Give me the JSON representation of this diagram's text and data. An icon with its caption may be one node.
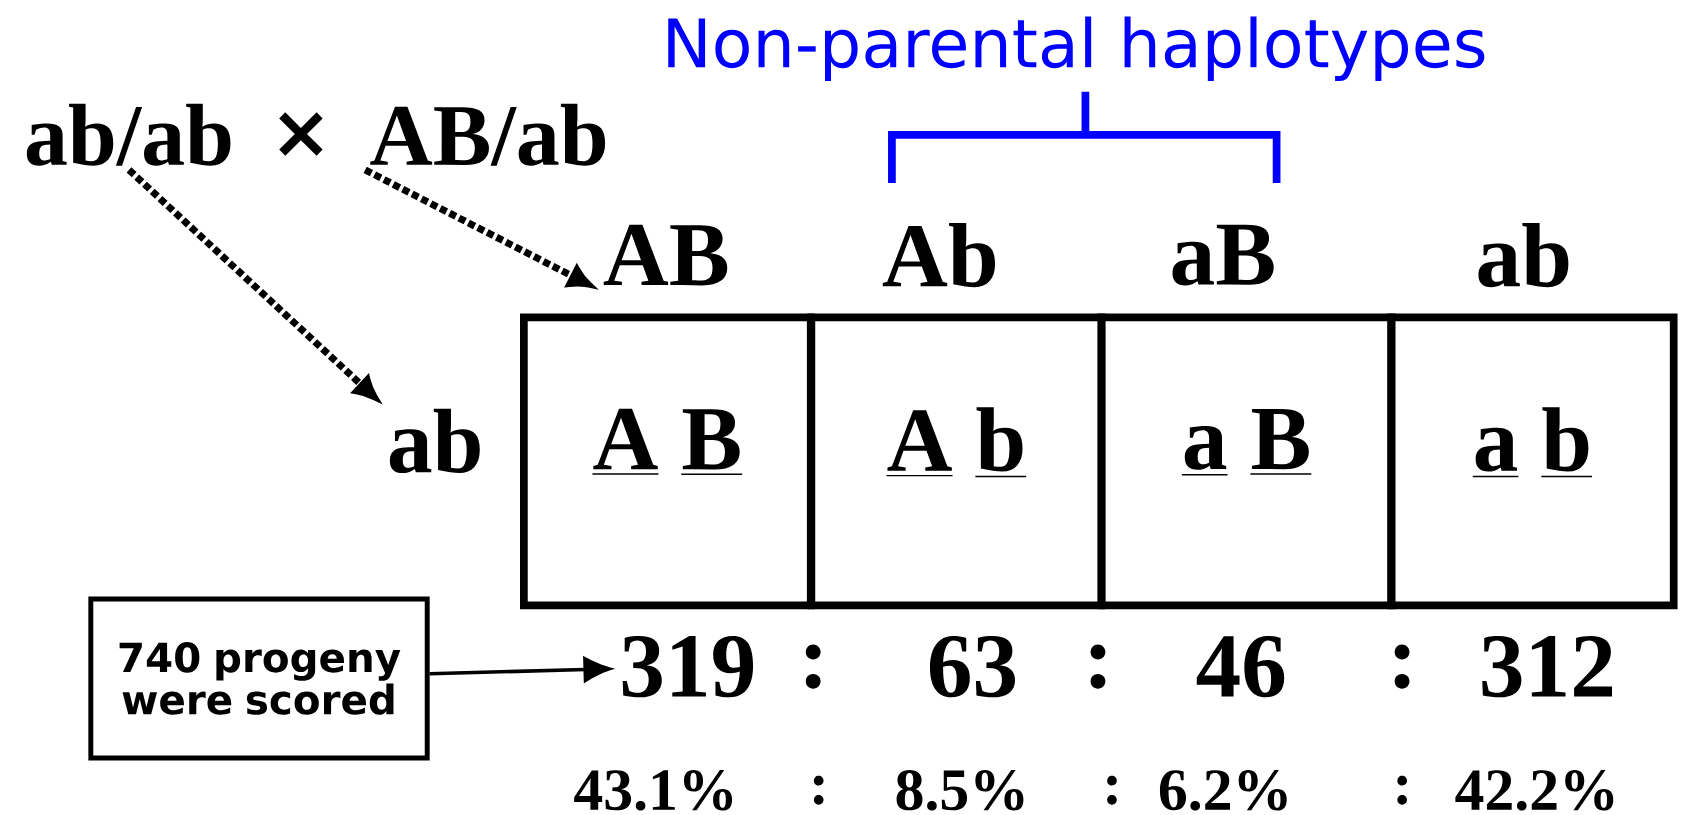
{
  "diagram": {
    "nodes": [
      {
        "text": [
          "ab/ab"
        ]
      },
      {
        "text": [
          "AB/ab"
        ]
      },
      {
        "text": [
          "AB"
        ]
      },
      {
        "text": [
          "ab"
        ]
      },
      {
        "text": [
          "740 progeny were scored"
        ]
      },
      {
        "text": [
          "319"
        ]
      },
      {
        "text": [
          "A",
          "B"
        ]
      },
      {
        "text": [
          "A",
          "b"
        ]
      },
      {
        "text": [
          "a",
          "B"
        ]
      },
      {
        "text": [
          "a",
          "b"
        ]
      }
    ],
    "edges": [
      {
        "from": 0,
        "to": 3,
        "arrow": "to",
        "style": "dashed"
      },
      {
        "from": 1,
        "to": 2,
        "arrow": "to",
        "style": "dashed"
      },
      {
        "from": 4,
        "to": 5,
        "arrow": "to"
      }
    ],
    "labels": [
      "×",
      "Non-parental haplotypes",
      "Ab",
      "aB",
      "ab",
      ":",
      "63",
      ":",
      "46",
      ":",
      "312",
      "43.1%",
      ":",
      "8.5%",
      ":",
      "6.2%",
      ":",
      "42.2%"
    ]
  }
}
